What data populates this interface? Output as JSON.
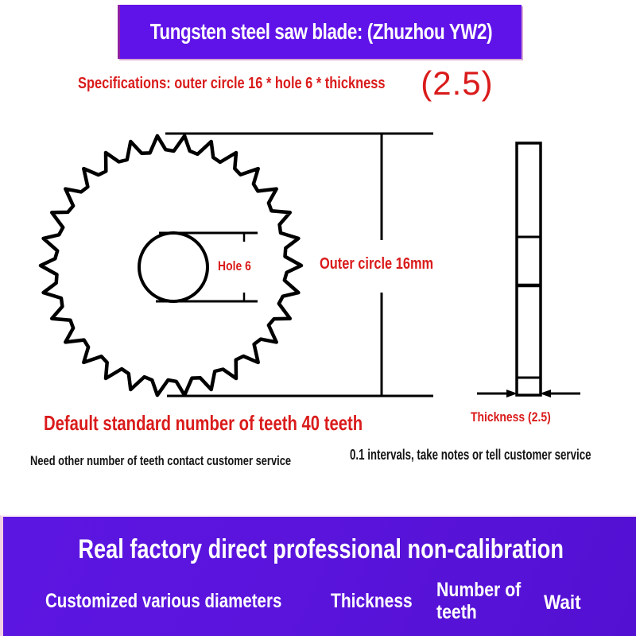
{
  "header": {
    "title": "Tungsten steel saw blade: (Zhuzhou YW2)"
  },
  "spec": {
    "label": "Specifications: outer circle 16 * hole 6 * thickness",
    "value": "(2.5)"
  },
  "diagram": {
    "hole_label": "Hole 6",
    "outer_label": "Outer circle 16mm",
    "thickness_label": "Thickness (2.5)",
    "teeth_default_note": "Default standard number of teeth 40 teeth",
    "teeth_contact_note": "Need other number of teeth contact customer service",
    "interval_note": "0.1 intervals, take notes or tell customer service"
  },
  "footer": {
    "headline": "Real factory direct professional non-calibration",
    "items": [
      "Customized various diameters",
      "Thickness",
      "Number of teeth",
      "Wait"
    ]
  },
  "colors": {
    "header_purple": "#6013e9",
    "footer_purple": "#5a14dc",
    "accent_red": "#da1b1b",
    "ink": "#141414",
    "line": "#000000"
  }
}
